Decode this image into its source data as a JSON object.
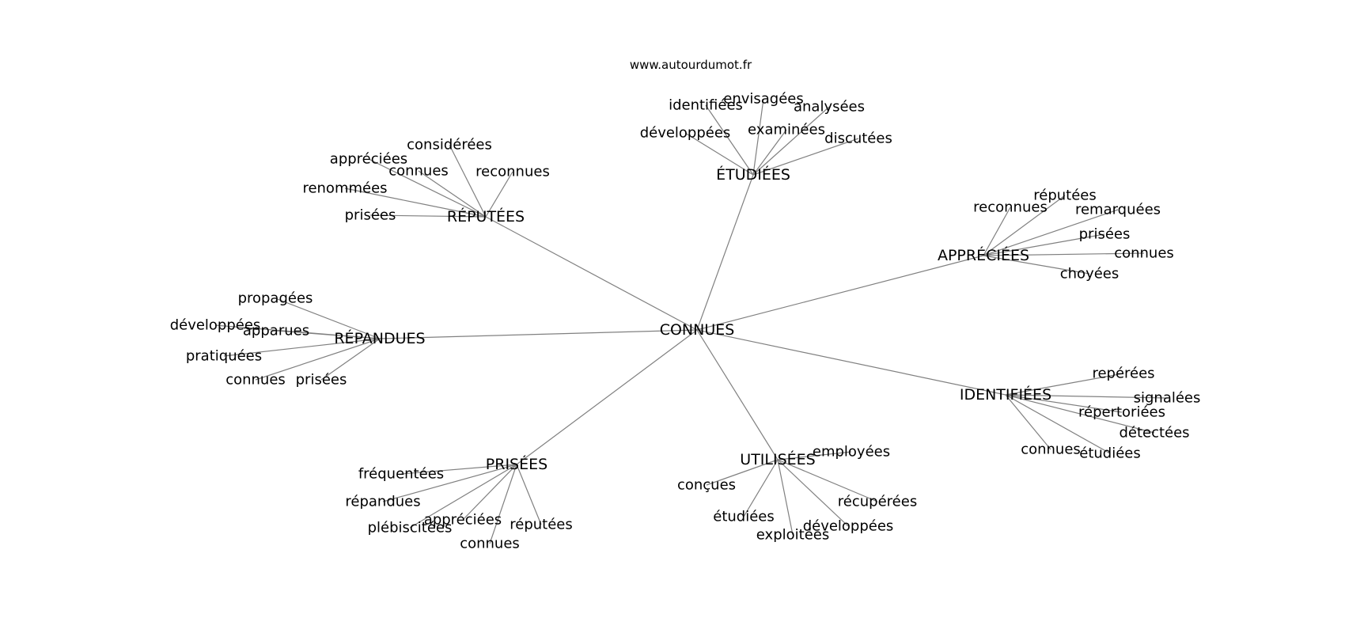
{
  "watermark": "www.autourdumot.fr",
  "root": {
    "label": "CONNUES"
  },
  "clusters": [
    {
      "key": "reputees",
      "label": "RÉPUTÉES",
      "leaves": [
        "considérées",
        "appréciées",
        "connues",
        "reconnues",
        "renommées",
        "prisées"
      ]
    },
    {
      "key": "etudiees",
      "label": "ÉTUDIÉES",
      "leaves": [
        "identifiées",
        "envisagées",
        "analysées",
        "développées",
        "examinées",
        "discutées"
      ]
    },
    {
      "key": "appreciees",
      "label": "APPRÉCIÉES",
      "leaves": [
        "réputées",
        "reconnues",
        "remarquées",
        "prisées",
        "connues",
        "choyées"
      ]
    },
    {
      "key": "repandues",
      "label": "RÉPANDUES",
      "leaves": [
        "propagées",
        "développées",
        "apparues",
        "pratiquées",
        "connues",
        "prisées"
      ]
    },
    {
      "key": "identifiees",
      "label": "IDENTIFIÉES",
      "leaves": [
        "repérées",
        "signalées",
        "répertoriées",
        "détectées",
        "connues",
        "étudiées"
      ]
    },
    {
      "key": "prisees",
      "label": "PRISÉES",
      "leaves": [
        "fréquentées",
        "répandues",
        "appréciées",
        "plébiscitées",
        "réputées",
        "connues"
      ]
    },
    {
      "key": "utilisees",
      "label": "UTILISÉES",
      "leaves": [
        "employées",
        "conçues",
        "récupérées",
        "étudiées",
        "développées",
        "exploitées"
      ]
    }
  ]
}
